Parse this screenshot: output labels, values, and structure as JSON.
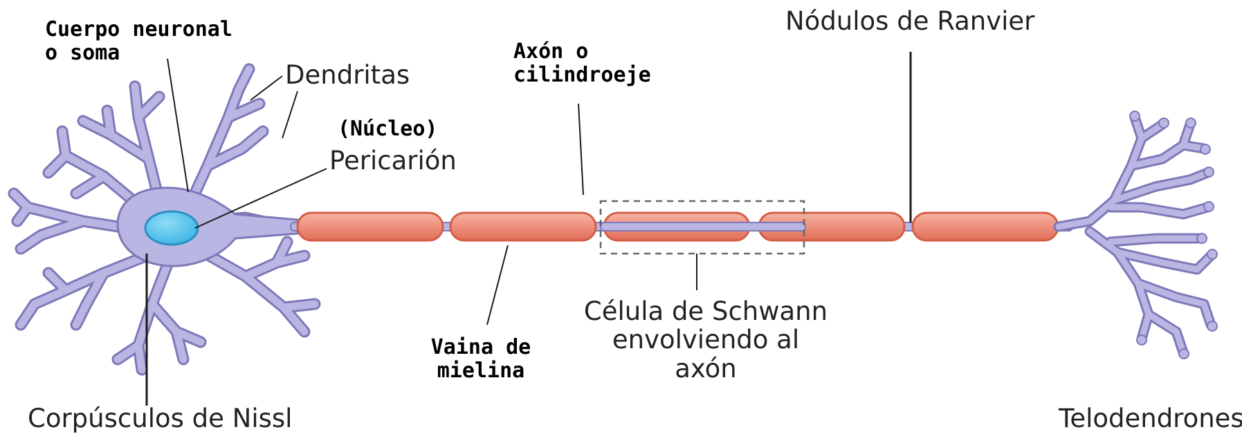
{
  "labels": {
    "cuerpo_neuronal": "Cuerpo neuronal\no soma",
    "dendritas": "Dendritas",
    "nucleo": "(Núcleo)",
    "pericarion": "Pericarión",
    "axon": "Axón o\ncilindroeje",
    "nodulos": "Nódulos de Ranvier",
    "vaina": "Vaina de\nmielina",
    "schwann": "Célula de Schwann\nenvolviendo al axón",
    "nissl": "Corpúsculos de Nissl",
    "telodendrones": "Telodendrones"
  },
  "colors": {
    "neuron_fill": "#b9b6e3",
    "neuron_stroke": "#7e78b8",
    "nucleus_fill": "#55c5ea",
    "nucleus_stroke": "#2b8fc0",
    "myelin_fill": "#ee9480",
    "myelin_stroke": "#d45d46",
    "leader_line": "#1a1a1a",
    "schwann_box": "#666666"
  }
}
